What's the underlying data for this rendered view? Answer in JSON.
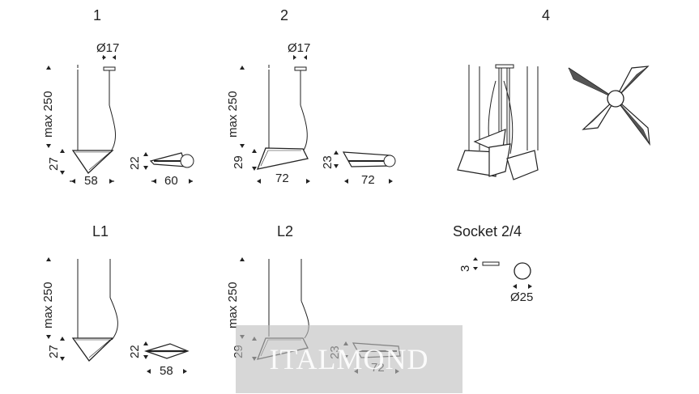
{
  "labels": {
    "g1": "1",
    "g2": "2",
    "g4": "4",
    "gl1": "L1",
    "gl2": "L2",
    "gsocket": "Socket 2/4"
  },
  "dims": {
    "g1_dia": "Ø17",
    "g1_max": "max 250",
    "g1_h": "27",
    "g1_w": "58",
    "g1_side_h": "22",
    "g1_side_w": "60",
    "g2_dia": "Ø17",
    "g2_max": "max 250",
    "g2_h": "29",
    "g2_w": "72",
    "g2_side_h": "23",
    "g2_side_w": "72",
    "gl1_max": "max 250",
    "gl1_h": "27",
    "gl1_side_h": "22",
    "gl1_side_w": "58",
    "gl2_max": "max 250",
    "gl2_h": "29",
    "gl2_side_h": "23",
    "gl2_side_w": "72",
    "socket_h": "3",
    "socket_dia": "Ø25"
  },
  "watermark": "ITALMOND"
}
